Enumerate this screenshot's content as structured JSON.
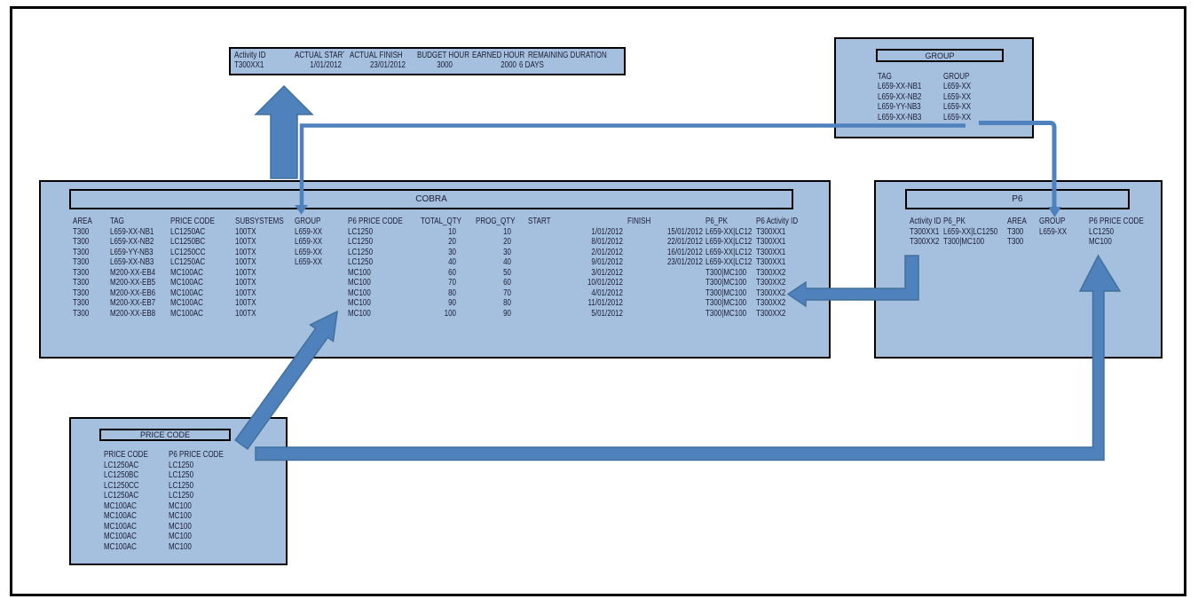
{
  "colors": {
    "box_fill": "#a5c0de",
    "arrow": "#4f81bd",
    "arrow_edge": "#41719c",
    "text": "#1c1c33",
    "border": "#000000"
  },
  "activity_table": {
    "headers": {
      "activity_id": "Activity ID",
      "actual_start": "ACTUAL START",
      "actual_finish": "ACTUAL FINISH",
      "budget_hour": "BUDGET HOUR",
      "earned_hour": "EARNED HOUR",
      "remaining_duration": "REMAINING DURATION"
    },
    "rows": [
      {
        "activity_id": "T300XX1",
        "actual_start": "1/01/2012",
        "actual_finish": "23/01/2012",
        "budget_hour": "3000",
        "earned_hour": "2000",
        "remaining_duration": "6 DAYS"
      }
    ]
  },
  "cobra": {
    "title": "COBRA",
    "headers": {
      "area": "AREA",
      "tag": "TAG",
      "price_code": "PRICE CODE",
      "subsystems": "SUBSYSTEMS",
      "group": "GROUP",
      "p6_price_code": "P6 PRICE CODE",
      "total_qty": "TOTAL_QTY",
      "prog_qty": "PROG_QTY",
      "start": "START",
      "finish": "FINISH",
      "p6_pk": "P6_PK",
      "p6_activity_id": "P6 Activity ID"
    },
    "rows": [
      {
        "area": "T300",
        "tag": "L659-XX-NB1",
        "price_code": "LC1250AC",
        "subsystems": "100TX",
        "group": "L659-XX",
        "p6_price_code": "LC1250",
        "total_qty": "10",
        "prog_qty": "10",
        "start": "1/01/2012",
        "finish": "15/01/2012",
        "p6_pk": "L659-XX|LC12",
        "p6_activity_id": "T300XX1"
      },
      {
        "area": "T300",
        "tag": "L659-XX-NB2",
        "price_code": "LC1250BC",
        "subsystems": "100TX",
        "group": "L659-XX",
        "p6_price_code": "LC1250",
        "total_qty": "20",
        "prog_qty": "20",
        "start": "8/01/2012",
        "finish": "22/01/2012",
        "p6_pk": "L659-XX|LC12",
        "p6_activity_id": "T300XX1"
      },
      {
        "area": "T300",
        "tag": "L659-YY-NB3",
        "price_code": "LC1250CC",
        "subsystems": "100TX",
        "group": "L659-XX",
        "p6_price_code": "LC1250",
        "total_qty": "30",
        "prog_qty": "30",
        "start": "2/01/2012",
        "finish": "16/01/2012",
        "p6_pk": "L659-XX|LC12",
        "p6_activity_id": "T300XX1"
      },
      {
        "area": "T300",
        "tag": "L659-XX-NB3",
        "price_code": "LC1250AC",
        "subsystems": "100TX",
        "group": "L659-XX",
        "p6_price_code": "LC1250",
        "total_qty": "40",
        "prog_qty": "40",
        "start": "9/01/2012",
        "finish": "23/01/2012",
        "p6_pk": "L659-XX|LC12",
        "p6_activity_id": "T300XX1"
      },
      {
        "area": "T300",
        "tag": "M200-XX-EB4",
        "price_code": "MC100AC",
        "subsystems": "100TX",
        "group": "",
        "p6_price_code": "MC100",
        "total_qty": "60",
        "prog_qty": "50",
        "start": "3/01/2012",
        "finish": "",
        "p6_pk": "T300|MC100",
        "p6_activity_id": "T300XX2"
      },
      {
        "area": "T300",
        "tag": "M200-XX-EB5",
        "price_code": "MC100AC",
        "subsystems": "100TX",
        "group": "",
        "p6_price_code": "MC100",
        "total_qty": "70",
        "prog_qty": "60",
        "start": "10/01/2012",
        "finish": "",
        "p6_pk": "T300|MC100",
        "p6_activity_id": "T300XX2"
      },
      {
        "area": "T300",
        "tag": "M200-XX-EB6",
        "price_code": "MC100AC",
        "subsystems": "100TX",
        "group": "",
        "p6_price_code": "MC100",
        "total_qty": "80",
        "prog_qty": "70",
        "start": "4/01/2012",
        "finish": "",
        "p6_pk": "T300|MC100",
        "p6_activity_id": "T300XX2"
      },
      {
        "area": "T300",
        "tag": "M200-XX-EB7",
        "price_code": "MC100AC",
        "subsystems": "100TX",
        "group": "",
        "p6_price_code": "MC100",
        "total_qty": "90",
        "prog_qty": "80",
        "start": "11/01/2012",
        "finish": "",
        "p6_pk": "T300|MC100",
        "p6_activity_id": "T300XX2"
      },
      {
        "area": "T300",
        "tag": "M200-XX-EB8",
        "price_code": "MC100AC",
        "subsystems": "100TX",
        "group": "",
        "p6_price_code": "MC100",
        "total_qty": "100",
        "prog_qty": "90",
        "start": "5/01/2012",
        "finish": "",
        "p6_pk": "T300|MC100",
        "p6_activity_id": "T300XX2"
      }
    ]
  },
  "p6": {
    "title": "P6",
    "headers": {
      "activity_id": "Activity ID",
      "p6_pk": "P6_PK",
      "area": "AREA",
      "group": "GROUP",
      "p6_price_code": "P6 PRICE CODE"
    },
    "rows": [
      {
        "activity_id": "T300XX1",
        "p6_pk": "L659-XX|LC1250",
        "area": "T300",
        "group": "L659-XX",
        "p6_price_code": "LC1250"
      },
      {
        "activity_id": "T300XX2",
        "p6_pk": "T300|MC100",
        "area": "T300",
        "group": "",
        "p6_price_code": "MC100"
      }
    ]
  },
  "group": {
    "title": "GROUP",
    "headers": {
      "tag": "TAG",
      "group": "GROUP"
    },
    "rows": [
      {
        "tag": "L659-XX-NB1",
        "group": "L659-XX"
      },
      {
        "tag": "L659-XX-NB2",
        "group": "L659-XX"
      },
      {
        "tag": "L659-YY-NB3",
        "group": "L659-XX"
      },
      {
        "tag": "L659-XX-NB3",
        "group": "L659-XX"
      }
    ]
  },
  "price_code": {
    "title": "PRICE CODE",
    "headers": {
      "price_code": "PRICE CODE",
      "p6_price_code": "P6 PRICE CODE"
    },
    "rows": [
      {
        "price_code": "LC1250AC",
        "p6_price_code": "LC1250"
      },
      {
        "price_code": "LC1250BC",
        "p6_price_code": "LC1250"
      },
      {
        "price_code": "LC1250CC",
        "p6_price_code": "LC1250"
      },
      {
        "price_code": "LC1250AC",
        "p6_price_code": "LC1250"
      },
      {
        "price_code": "MC100AC",
        "p6_price_code": "MC100"
      },
      {
        "price_code": "MC100AC",
        "p6_price_code": "MC100"
      },
      {
        "price_code": "MC100AC",
        "p6_price_code": "MC100"
      },
      {
        "price_code": "MC100AC",
        "p6_price_code": "MC100"
      },
      {
        "price_code": "MC100AC",
        "p6_price_code": "MC100"
      }
    ]
  }
}
